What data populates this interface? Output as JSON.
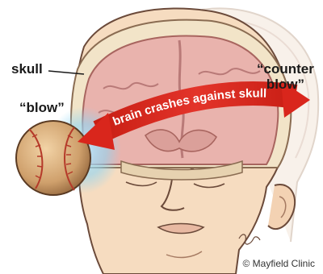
{
  "labels": {
    "skull": "skull",
    "blow": "“blow”",
    "counter_line1": "“counter",
    "counter_line2": "blow”",
    "arrow": "brain crashes against skull",
    "credit": "© Mayfield Clinic"
  },
  "colors": {
    "skin": "#f6dcc0",
    "skin_outline": "#6b4a3a",
    "brain": "#e9b3ad",
    "brain_dark": "#b97a78",
    "skull_bone": "#f2e4c8",
    "arrow": "#d9261c",
    "impact_glow": "#9fdcf5",
    "baseball": "#d9b07d",
    "stitch": "#b53a2a"
  },
  "icons": {
    "baseball": "baseball-icon",
    "arrow": "double-headed-curved-arrow"
  }
}
